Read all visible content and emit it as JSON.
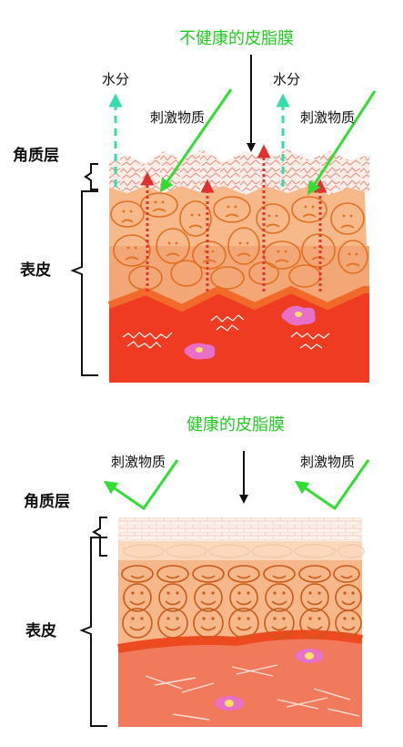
{
  "top": {
    "title": "不健康的皮脂膜",
    "water_left": "水分",
    "water_right": "水分",
    "irritant_left": "刺激物质",
    "irritant_right": "刺激物质",
    "stratum_label": "角质层",
    "epidermis_label": "表皮"
  },
  "bottom": {
    "title": "健康的皮脂膜",
    "irritant_left": "刺激物质",
    "irritant_right": "刺激物质",
    "stratum_label": "角质层",
    "epidermis_label": "表皮"
  },
  "colors": {
    "title_green": "#22cc22",
    "arrow_green": "#33dd33",
    "water_teal": "#33ddaa",
    "dotted_red": "#dd3333",
    "label_black": "#111111"
  }
}
